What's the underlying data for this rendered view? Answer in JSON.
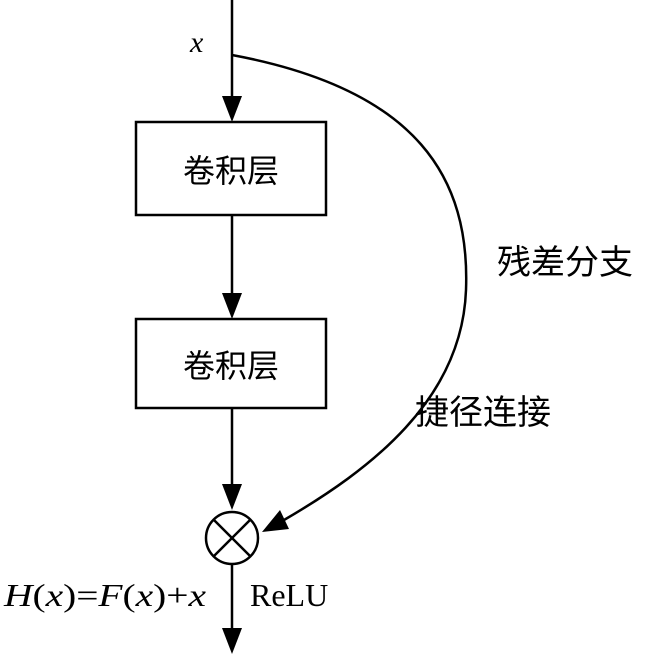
{
  "diagram": {
    "input_label": "x",
    "block1_label": "卷积层",
    "block2_label": "卷积层",
    "residual_branch_label": "残差分支",
    "shortcut_label": "捷径连接",
    "output_formula": {
      "H": "H",
      "lparen1": "(",
      "x1": "x",
      "rparen_eq_F": ")=",
      "F": "F",
      "lparen2": "(",
      "x2": "x",
      "rparen_plus": ")+",
      "x3": "x"
    },
    "activation_label": "ReLU",
    "sum_node_icon": "circled-times-icon",
    "colors": {
      "stroke": "#000000",
      "background": "#ffffff"
    }
  }
}
